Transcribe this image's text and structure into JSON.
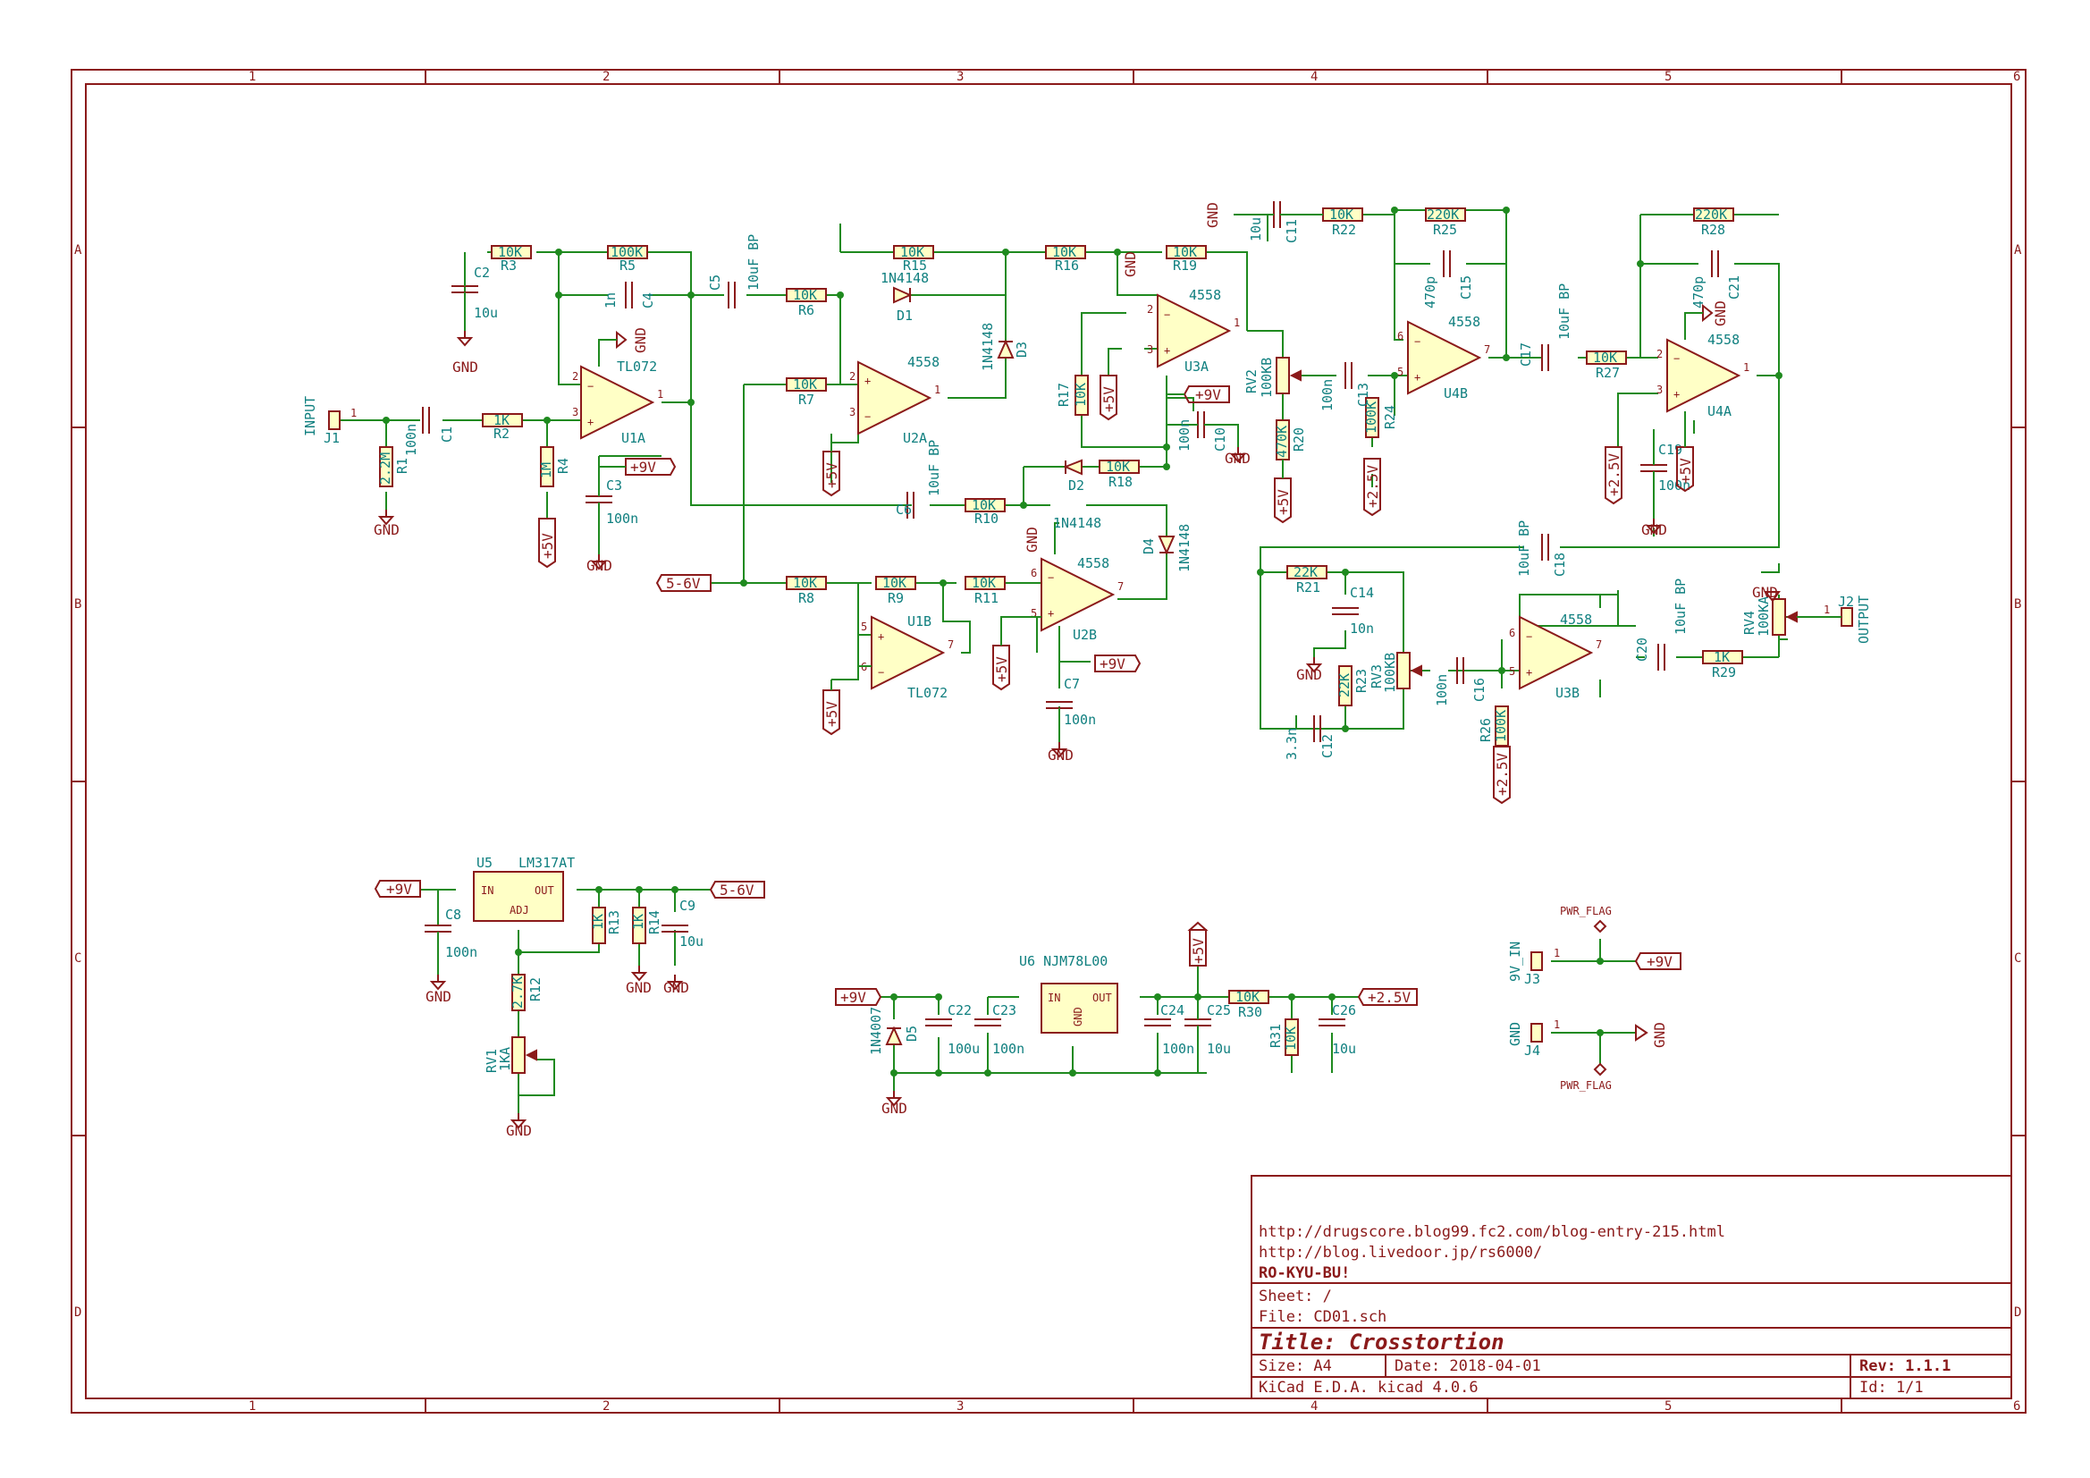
{
  "grid": {
    "cols": [
      "1",
      "2",
      "3",
      "4",
      "5",
      "6"
    ],
    "rows": [
      "A",
      "B",
      "C",
      "D"
    ]
  },
  "title_block": {
    "url1": "http://drugscore.blog99.fc2.com/blog-entry-215.html",
    "url2": "http://blog.livedoor.jp/rs6000/",
    "author": "RO-KYU-BU!",
    "sheet": "Sheet: /",
    "file": "File: CD01.sch",
    "title": "Title: Crosstortion",
    "size": "Size: A4",
    "date": "Date: 2018-04-01",
    "rev": "Rev: 1.1.1",
    "tool": "KiCad E.D.A.  kicad 4.0.6",
    "id": "Id: 1/1"
  },
  "nets": {
    "p9v": "+9V",
    "p5v": "+5V",
    "p25v": "+2.5V",
    "n56v": "5-6V",
    "gnd": "GND",
    "pwr_flag": "PWR_FLAG"
  },
  "connectors": {
    "j1_ref": "J1",
    "j1_name": "INPUT",
    "j2_ref": "J2",
    "j2_name": "OUTPUT",
    "j3_ref": "J3",
    "j3_name": "9V_IN",
    "j4_ref": "J4",
    "j4_name": "GND",
    "pin1": "1"
  },
  "opamps": {
    "u1a": "U1A",
    "u1b": "U1B",
    "u2a": "U2A",
    "u2b": "U2B",
    "u3a": "U3A",
    "u3b": "U3B",
    "u4a": "U4A",
    "u4b": "U4B",
    "tl072": "TL072",
    "n4558": "4558"
  },
  "regulators": {
    "u5": "U5",
    "u5_val": "LM317AT",
    "u5_in": "IN",
    "u5_out": "OUT",
    "u5_adj": "ADJ",
    "u6_label": "U6  NJM78L00",
    "u6_in": "IN",
    "u6_out": "OUT",
    "u6_gnd": "GND"
  },
  "resistors": {
    "r1": "R1",
    "r1v": "2.2M",
    "r2": "R2",
    "r2v": "1K",
    "r3": "R3",
    "r3v": "10K",
    "r4": "R4",
    "r4v": "1M",
    "r5": "R5",
    "r5v": "100K",
    "r6": "R6",
    "r6v": "10K",
    "r7": "R7",
    "r7v": "10K",
    "r8": "R8",
    "r8v": "10K",
    "r9": "R9",
    "r9v": "10K",
    "r10": "R10",
    "r10v": "10K",
    "r11": "R11",
    "r11v": "10K",
    "r12": "R12",
    "r12v": "2.7K",
    "r13": "R13",
    "r13v": "1K",
    "r14": "R14",
    "r14v": "1K",
    "r15": "R15",
    "r15v": "10K",
    "r16": "R16",
    "r16v": "10K",
    "r17": "R17",
    "r17v": "10K",
    "r18": "R18",
    "r18v": "10K",
    "r19": "R19",
    "r19v": "10K",
    "r20": "R20",
    "r20v": "470K",
    "r21": "R21",
    "r21v": "22K",
    "r22": "R22",
    "r22v": "10K",
    "r23": "R23",
    "r23v": "22K",
    "r24": "R24",
    "r24v": "100K",
    "r25": "R25",
    "r25v": "220K",
    "r26": "R26",
    "r26v": "100K",
    "r27": "R27",
    "r27v": "10K",
    "r28": "R28",
    "r28v": "220K",
    "r29": "R29",
    "r29v": "1K",
    "r30": "R30",
    "r30v": "10K",
    "r31": "R31",
    "r31v": "10K"
  },
  "pots": {
    "rv1": "RV1",
    "rv1v": "1KA",
    "rv2": "RV2",
    "rv2v": "100KB",
    "rv3": "RV3",
    "rv3v": "100KB",
    "rv4": "RV4",
    "rv4v": "100KA"
  },
  "capacitors": {
    "c1": "C1",
    "c1v": "100n",
    "c2": "C2",
    "c2v": "10u",
    "c3": "C3",
    "c3v": "100n",
    "c4": "C4",
    "c4v": "1n",
    "c5": "C5",
    "c5v": "10uF BP",
    "c6": "C6",
    "c6v": "10uF BP",
    "c7": "C7",
    "c7v": "100n",
    "c8": "C8",
    "c8v": "100n",
    "c9": "C9",
    "c9v": "10u",
    "c10": "C10",
    "c10v": "100n",
    "c11": "C11",
    "c11v": "10u",
    "c12": "C12",
    "c12v": "3.3n",
    "c13": "C13",
    "c13v": "100n",
    "c14": "C14",
    "c14v": "10n",
    "c15": "C15",
    "c15v": "470p",
    "c16": "C16",
    "c16v": "100n",
    "c17": "C17",
    "c17v": "10uF BP",
    "c18": "C18",
    "c18v": "10uF BP",
    "c19": "C19",
    "c19v": "100n",
    "c20": "C20",
    "c20v": "10uF BP",
    "c21": "C21",
    "c21v": "470p",
    "c22": "C22",
    "c22v": "100u",
    "c23": "C23",
    "c23v": "100n",
    "c24": "C24",
    "c24v": "100n",
    "c25": "C25",
    "c25v": "10u",
    "c26": "C26",
    "c26v": "10u"
  },
  "diodes": {
    "d1": "D1",
    "d2": "D2",
    "d3": "D3",
    "d4": "D4",
    "d5": "D5",
    "n4148": "1N4148",
    "n4007": "1N4007"
  }
}
